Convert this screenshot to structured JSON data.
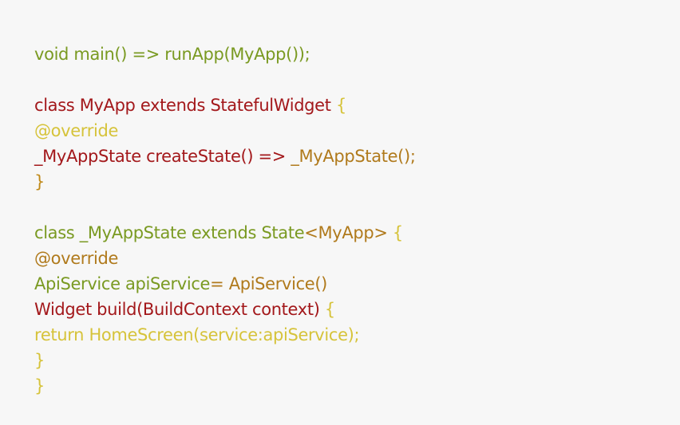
{
  "code": {
    "line1": [
      "void main() => runApp(MyApp());"
    ],
    "line3": [
      "class MyApp extends StatefulWidget",
      " {"
    ],
    "line4": [
      "@override"
    ],
    "line5": [
      "_MyAppState createState() => ",
      "_MyAppState();"
    ],
    "line6": [
      "}"
    ],
    "line8": [
      "class _MyAppState extends ",
      "State",
      "<MyApp>",
      " {"
    ],
    "line9": [
      "@override"
    ],
    "line10": [
      "ApiService apiService",
      "= ApiService()"
    ],
    "line11": [
      "Widget build(BuildContext context)",
      " {"
    ],
    "line12": [
      "return ",
      "HomeScreen(service:apiService);"
    ],
    "line13": [
      "}"
    ],
    "line14": [
      "}"
    ]
  },
  "colors": {
    "green": "#7a9a22",
    "red": "#a3181b",
    "brown": "#b07a1c",
    "yellow": "#d6c33a",
    "background": "#f7f7f7"
  }
}
